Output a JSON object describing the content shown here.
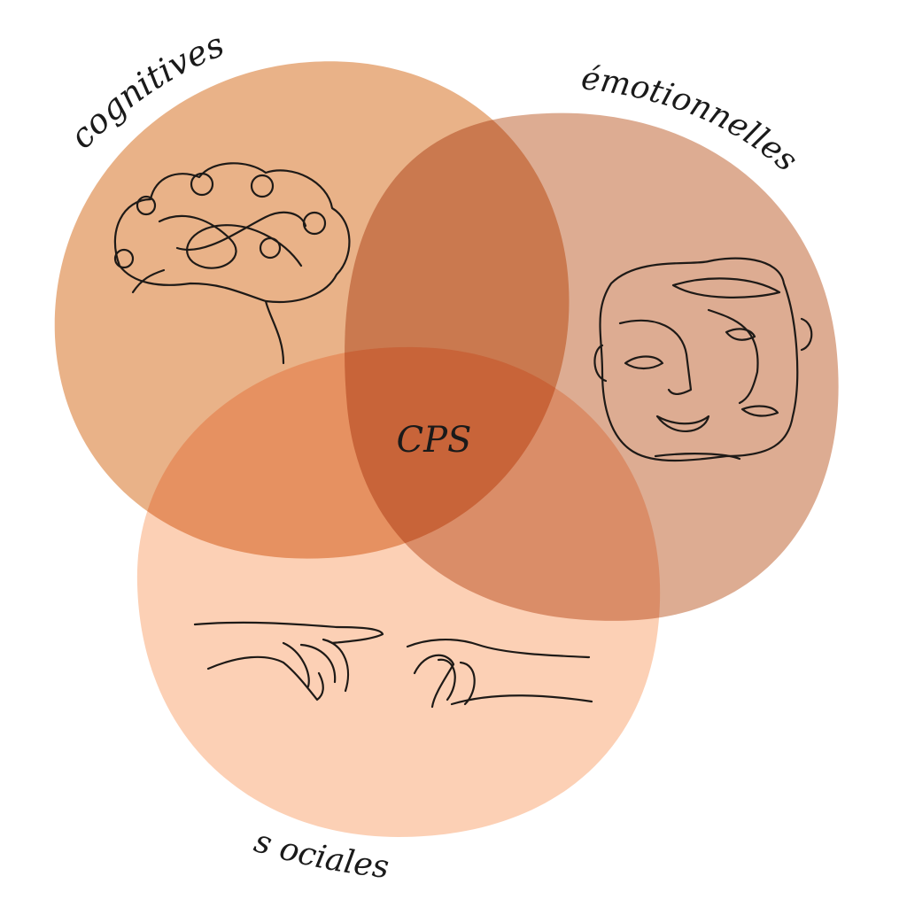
{
  "diagram": {
    "type": "venn",
    "center_label": "CPS",
    "sets": [
      {
        "label": "cognitives",
        "icon": "brain-icon",
        "color": "#E8AE82"
      },
      {
        "label": "émotionnelles",
        "icon": "faces-icon",
        "color": "#D9A386"
      },
      {
        "label": "s ociales",
        "icon": "hands-icon",
        "color": "#FCC8A8"
      }
    ]
  }
}
